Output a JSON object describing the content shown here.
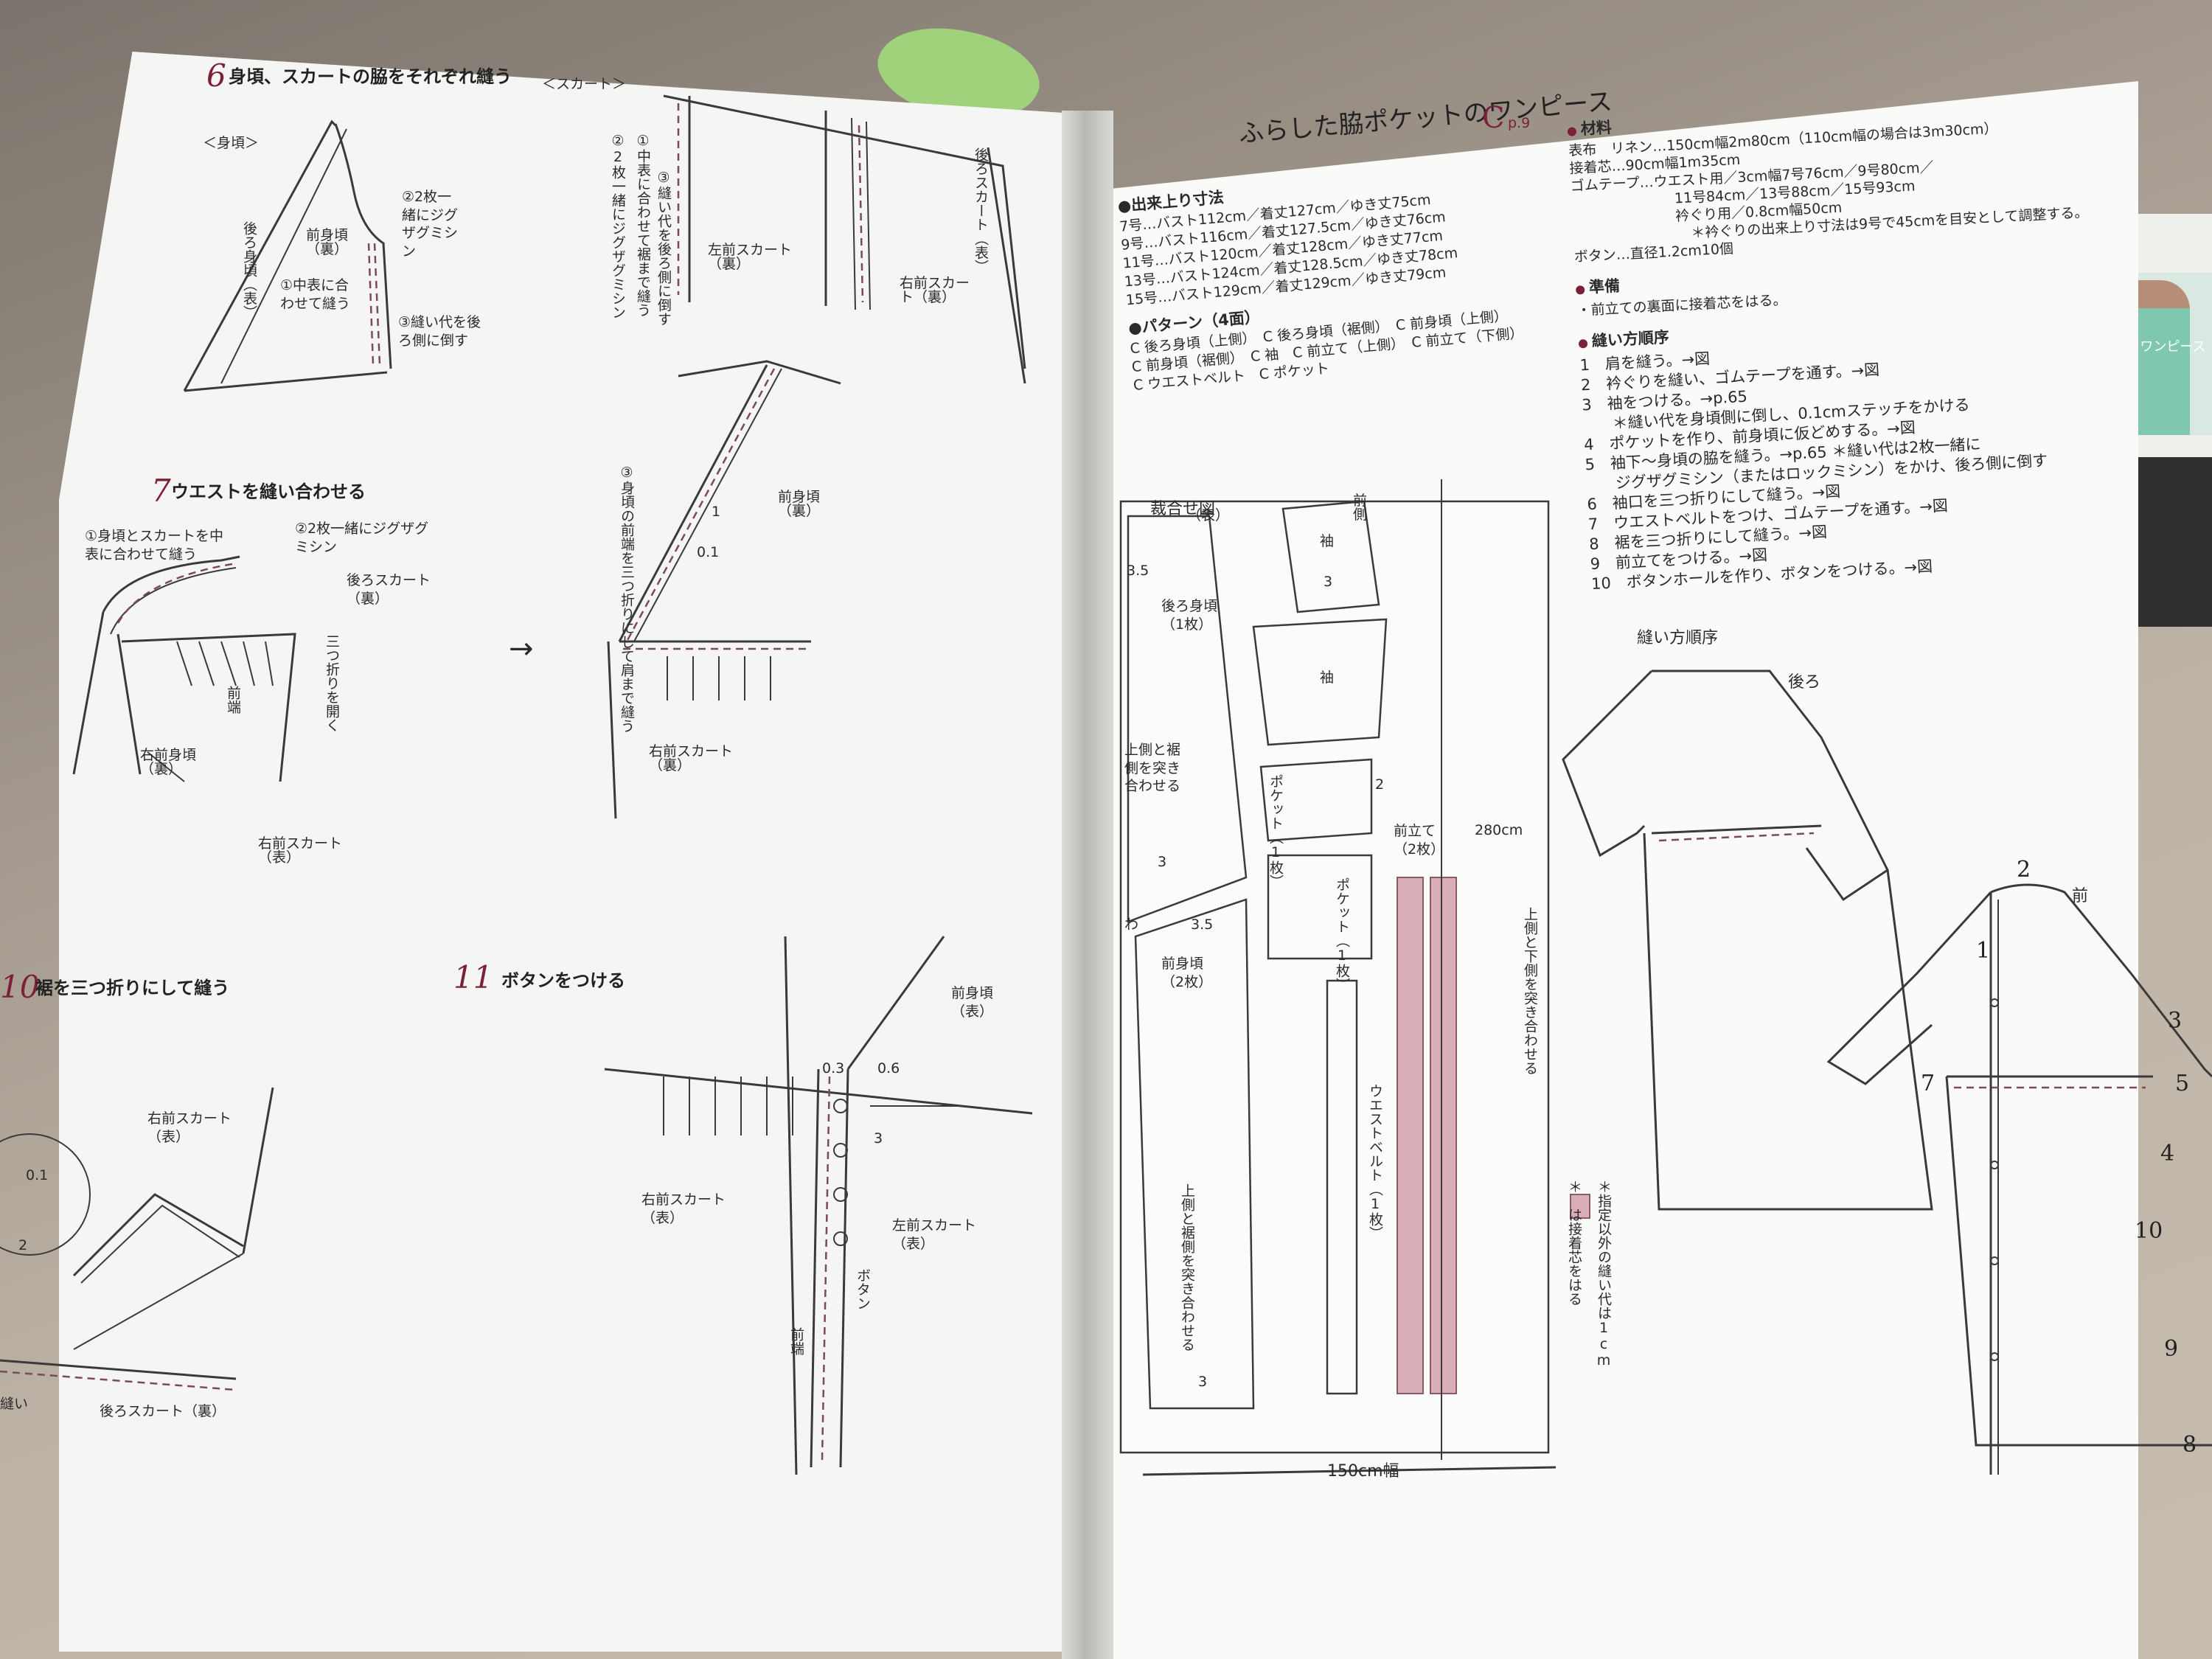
{
  "left_page": {
    "step6": {
      "num": "6",
      "title": "身頃、スカートの脇をそれぞれ縫う"
    },
    "label_bodice": "＜身頃＞",
    "label_skirt": "＜スカート＞",
    "front_bodice_wrong": "前身頃（裏）",
    "back_bodice_right": "後ろ身頃（表）",
    "zigzag_two": "②2枚一緒にジグザグミシン",
    "sew_right_sides": "①中表に合わせて縫う",
    "press_seam": "③縫い代を後ろ側に倒す",
    "skirt_zigzag": "②2枚一緒にジグザグミシン",
    "skirt_sew": "①中表に合わせて裾まで縫う",
    "skirt_press": "③縫い代を後ろ側に倒す",
    "left_front_skirt_wrong": "左前スカート（裏）",
    "right_front_skirt_wrong": "右前スカート（裏）",
    "back_skirt_right": "後ろスカート（表）",
    "step7": {
      "num": "7",
      "title": "ウエストを縫い合わせる"
    },
    "w_sew": "①身頃とスカートを中表に合わせて縫う",
    "w_zigzag": "②2枚一緒にジグザグミシン",
    "back_skirt_wrong": "後ろスカート（裏）",
    "tri_fold_open": "三つ折りを開く",
    "front_edge": "前端",
    "right_front_bodice_wrong": "右前身頃（裏）",
    "right_front_skirt_right": "右前スカート（表）",
    "arrow": "→",
    "front_bodice_wrong2": "前身頃（裏）",
    "fold_front_edge": "③身頃の前端を三つ折りにして肩まで縫う",
    "val_1": "1",
    "val_01": "0.1",
    "right_front_skirt_wrong2": "右前スカート（裏）",
    "step10": {
      "num": "10",
      "title": "裾を三つ折りにして縫う"
    },
    "h_right_front_skirt": "右前スカート（表）",
    "h_01": "0.1",
    "h_2": "2",
    "h_back_skirt": "後ろスカート（裏）",
    "h_sew": "縫い",
    "step11": {
      "num": "11",
      "title": "ボタンをつける"
    },
    "b_front_bodice": "前身頃（表）",
    "b_03": "0.3",
    "b_06": "0.6",
    "b_3": "3",
    "b_right_front_skirt": "右前スカート（表）",
    "b_left_front_skirt": "左前スカート（表）",
    "b_button": "ボタン",
    "b_front_edge": "前端"
  },
  "right_page": {
    "title": "ふらした脇ポケットのワンピース",
    "title_letter": "C",
    "title_page": "p.9",
    "sizes_header": "●出来上り寸法",
    "sizes": [
      "7号…バスト112cm／着丈127cm／ゆき丈75cm",
      "9号…バスト116cm／着丈127.5cm／ゆき丈76cm",
      "11号…バスト120cm／着丈128cm／ゆき丈77cm",
      "13号…バスト124cm／着丈128.5cm／ゆき丈78cm",
      "15号…バスト129cm／着丈129cm／ゆき丈79cm"
    ],
    "pattern_header": "●パターン（4面）",
    "patterns": [
      "C 後ろ身頃（上側）　C 後ろ身頃（裾側）　C 前身頃（上側）",
      "C 前身頃（裾側）　C 袖　C 前立て（上側）　C 前立て（下側）",
      "C ウエストベルト　C ポケット"
    ],
    "materials_header": "材料",
    "materials": [
      "表布　リネン…150cm幅2m80cm（110cm幅の場合は3m30cm）",
      "接着芯…90cm幅1m35cm",
      "ゴムテープ…ウエスト用／3cm幅7号76cm／9号80cm／",
      "11号84cm／13号88cm／15号93cm",
      "衿ぐり用／0.8cm幅50cm",
      "＊衿ぐりの出来上り寸法は9号で45cmを目安として調整する。",
      "ボタン…直径1.2cm10個"
    ],
    "prep_header": "準備",
    "prep": "・前立ての裏面に接着芯をはる。",
    "order_header": "縫い方順序",
    "steps": [
      "1　肩を縫う。→図",
      "2　衿ぐりを縫い、ゴムテープを通す。→図",
      "3　袖をつける。→p.65",
      "＊縫い代を身頃側に倒し、0.1cmステッチをかける",
      "4　ポケットを作り、前身頃に仮どめする。→図",
      "5　袖下～身頃の脇を縫う。→p.65 ＊縫い代は2枚一緒に",
      "ジグザグミシン（またはロックミシン）をかけ、後ろ側に倒す",
      "6　袖口を三つ折りにして縫う。→図",
      "7　ウエストベルトをつけ、ゴムテープを通す。→図",
      "8　裾を三つ折りにして縫う。→図",
      "9　前立てをつける。→図",
      "10　ボタンホールを作り、ボタンをつける。→図"
    ],
    "layout_title": "裁合せ図",
    "l_omote": "（表）",
    "l_35a": "3.5",
    "l_back_bodice": "後ろ身頃（1枚）",
    "l_join_top_hem": "上側と裾側を突き合わせる",
    "l_3a": "3",
    "l_wa": "わ",
    "l_35b": "3.5",
    "l_front_bodice": "前身頃（2枚）",
    "l_join2": "上側と裾側を突き合わせる",
    "l_3b": "3",
    "l_sleeve": "袖",
    "l_front_side": "前側",
    "l_3c": "3",
    "l_pocket": "ポケット（1枚）",
    "l_2": "2",
    "l_waist_belt": "ウエストベルト（1枚）",
    "l_placket": "前立て（2枚）",
    "l_280": "280cm",
    "l_join_upper_lower": "上側と下側を突き合わせる",
    "l_width": "150cm幅",
    "note_seam": "＊指定以外の縫い代は1cm",
    "note_interface": "＊　は接着芯をはる",
    "order_diagram_title": "縫い方順序",
    "d_back": "後ろ",
    "d_front": "前",
    "d_numbers": [
      "1",
      "2",
      "3",
      "4",
      "5",
      "7",
      "8",
      "9",
      "10"
    ]
  },
  "side_photo_label": "p.9 ワンピース"
}
